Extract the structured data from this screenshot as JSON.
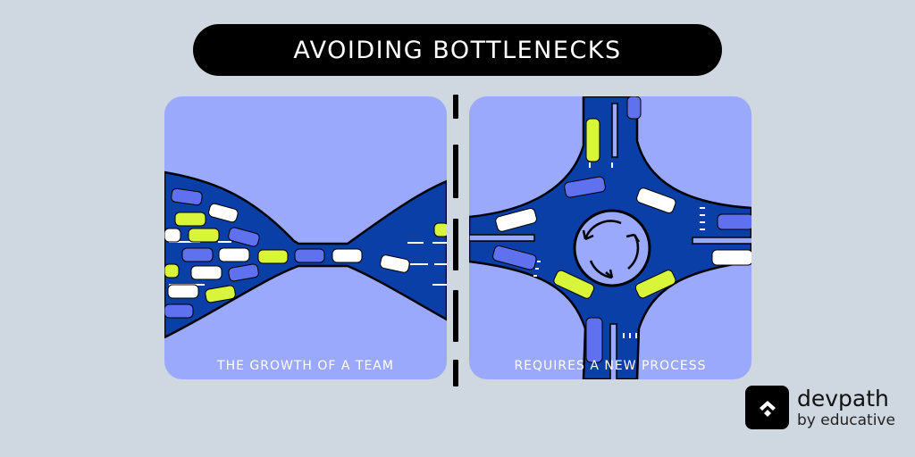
{
  "header": {
    "title": "AVOIDING BOTTLENECKS"
  },
  "panels": [
    {
      "id": "bottleneck",
      "caption": "THE GROWTH OF A TEAM",
      "illustration": "traffic-bottleneck"
    },
    {
      "id": "roundabout",
      "caption": "REQUIRES A NEW PROCESS",
      "illustration": "traffic-roundabout"
    }
  ],
  "brand": {
    "name": "devpath",
    "tagline": "by educative",
    "icon": "devpath-chevron-icon"
  },
  "colors": {
    "background": "#cfd7e1",
    "panel": "#9aa9fb",
    "road": "#0a3fa8",
    "car_blue": "#5f71ee",
    "car_lime": "#d8f53a",
    "car_white": "#ffffff",
    "title_bg": "#000000"
  }
}
